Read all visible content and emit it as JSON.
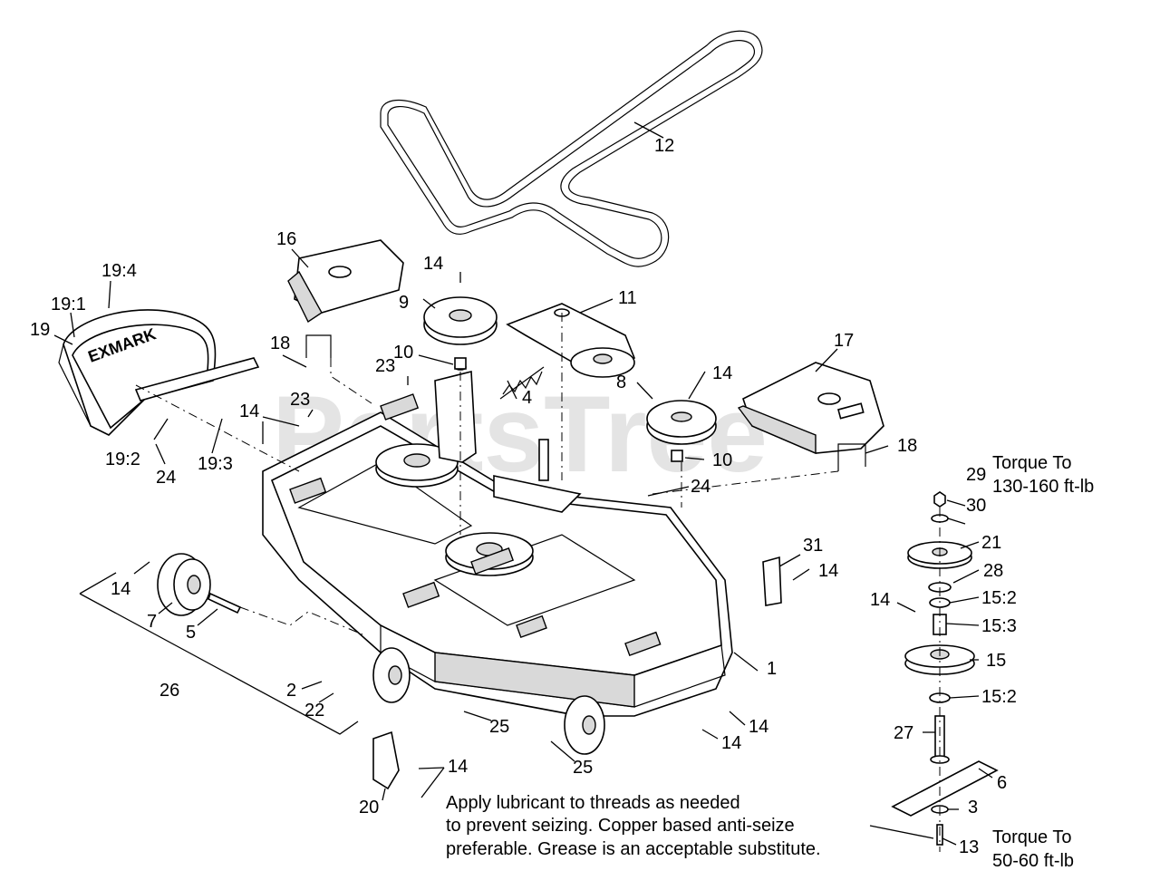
{
  "watermark": "PartsTree",
  "callouts": {
    "c1": "1",
    "c2": "2",
    "c3": "3",
    "c4": "4",
    "c5": "5",
    "c6": "6",
    "c7": "7",
    "c8": "8",
    "c9": "9",
    "c10a": "10",
    "c10b": "10",
    "c11": "11",
    "c12": "12",
    "c13": "13",
    "c14a": "14",
    "c14b": "14",
    "c14c": "14",
    "c14d": "14",
    "c14e": "14",
    "c14f": "14",
    "c14g": "14",
    "c14h": "14",
    "c14i": "14",
    "c15": "15",
    "c15_2a": "15:2",
    "c15_2b": "15:2",
    "c15_3": "15:3",
    "c16": "16",
    "c17": "17",
    "c18a": "18",
    "c18b": "18",
    "c19": "19",
    "c19_1": "19:1",
    "c19_2": "19:2",
    "c19_3": "19:3",
    "c19_4": "19:4",
    "c20": "20",
    "c21": "21",
    "c22": "22",
    "c23a": "23",
    "c23b": "23",
    "c24a": "24",
    "c24b": "24",
    "c25a": "25",
    "c25b": "25",
    "c26": "26",
    "c27": "27",
    "c28": "28",
    "c29": "29",
    "c30": "30",
    "c31": "31"
  },
  "torque_upper": {
    "line1": "Torque To",
    "line2": "130-160 ft-lb"
  },
  "torque_lower": {
    "line1": "Torque To",
    "line2": "50-60 ft-lb"
  },
  "note": {
    "line1": "Apply lubricant to threads as needed",
    "line2": "to prevent seizing. Copper based anti-seize",
    "line3": "preferable. Grease is an acceptable substitute."
  }
}
